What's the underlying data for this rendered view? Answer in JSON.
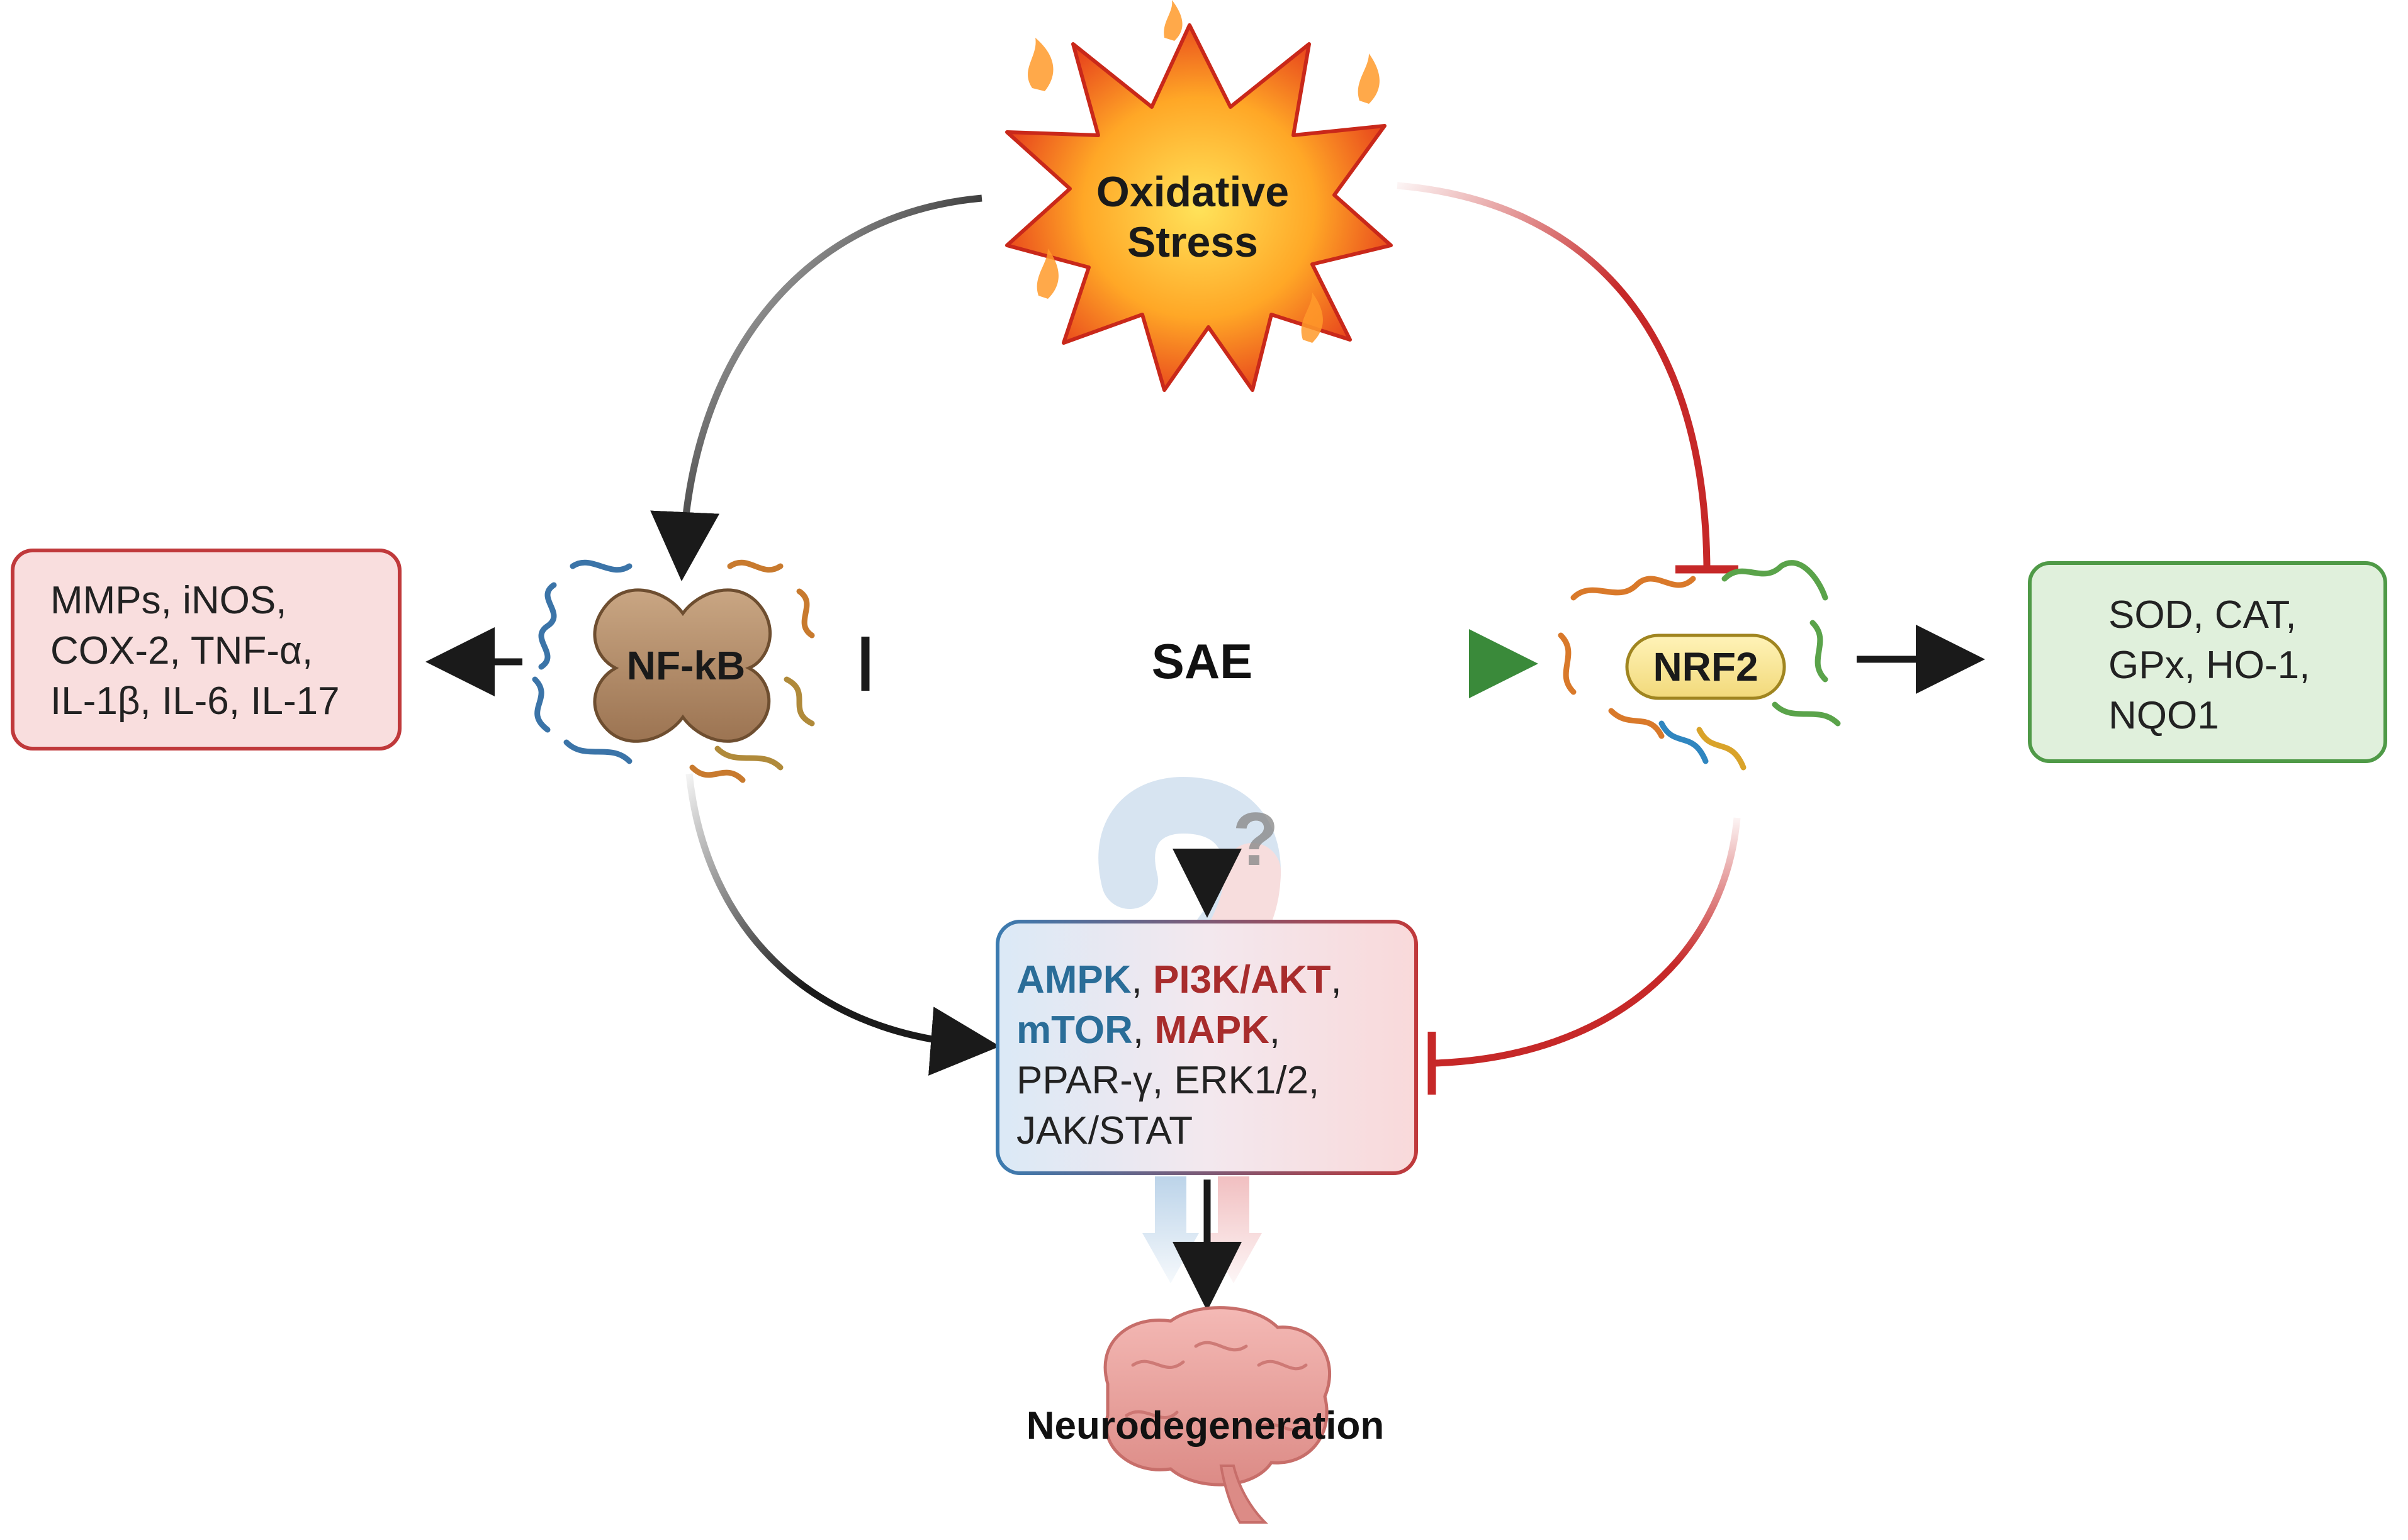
{
  "stress": {
    "line1": "Oxidative",
    "line2": "Stress"
  },
  "center": "SAE",
  "nfkb": "NF-kB",
  "nrf2": "NRF2",
  "question_mark": "?",
  "left_box": {
    "line1": "MMPs, iNOS,",
    "line2": "COX-2, TNF-α,",
    "line3": "IL-1β, IL-6, IL-17"
  },
  "right_box": {
    "line1": "SOD, CAT,",
    "line2": "GPx, HO-1,",
    "line3": "NQO1"
  },
  "pathway_box": {
    "ampk": "AMPK",
    "sep1": ", ",
    "pi3k": "PI3K/AKT",
    "sep2": ",",
    "mtor": "mTOR",
    "sep3": ", ",
    "mapk": "MAPK",
    "sep4": ",",
    "line3": "PPAR-γ, ERK1/2,",
    "line4": "JAK/STAT"
  },
  "outcome": "Neurodegeneration",
  "colors": {
    "inhibit_red": "#c62828",
    "activate_green": "#3a8a3a",
    "arrow_black": "#1a1a1a",
    "left_box_fill": "#f9dede",
    "left_box_border": "#c0393b",
    "right_box_fill": "#e0f0dc",
    "right_box_border": "#4f9a47",
    "pathway_blue": "#2a6d98",
    "pathway_red": "#a82c2c"
  }
}
